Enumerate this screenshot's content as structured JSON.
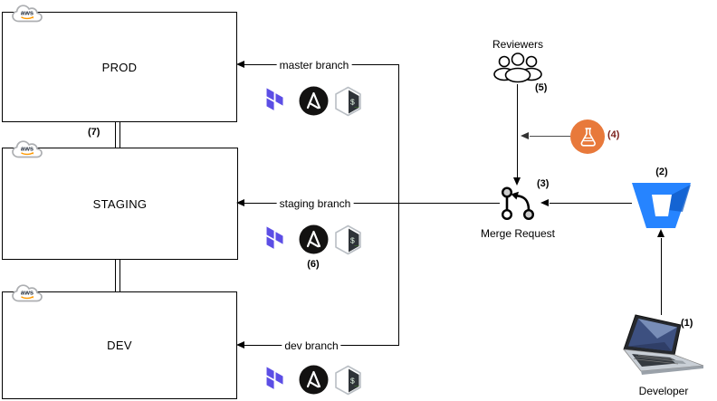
{
  "environments": [
    {
      "name": "PROD"
    },
    {
      "name": "STAGING"
    },
    {
      "name": "DEV"
    }
  ],
  "aws": {
    "logo_text": "aws"
  },
  "branches": [
    {
      "label": "master branch"
    },
    {
      "label": "staging branch"
    },
    {
      "label": "dev branch"
    }
  ],
  "steps": {
    "s1": "(1)",
    "s2": "(2)",
    "s3": "(3)",
    "s4": "(4)",
    "s5": "(5)",
    "s6": "(6)",
    "s7": "(7)"
  },
  "nodes": {
    "reviewers": "Reviewers",
    "merge_request": "Merge Request",
    "developer": "Developer"
  },
  "bash_icon": {
    "dollar": "$",
    "underscore": "_"
  },
  "colors": {
    "terraform_purple": "#5C4EE5",
    "ansible_black": "#131211",
    "bash_face_dark": "#2E3338",
    "bash_prompt_green": "#4EAA25",
    "bitbucket_blue": "#2684FF",
    "bitbucket_shade": "#0F5AC4",
    "flask_orange": "#E8793B",
    "step4_label_maroon": "#7B1F1A",
    "aws_smile_orange": "#FF9900",
    "line_black": "#000000"
  }
}
